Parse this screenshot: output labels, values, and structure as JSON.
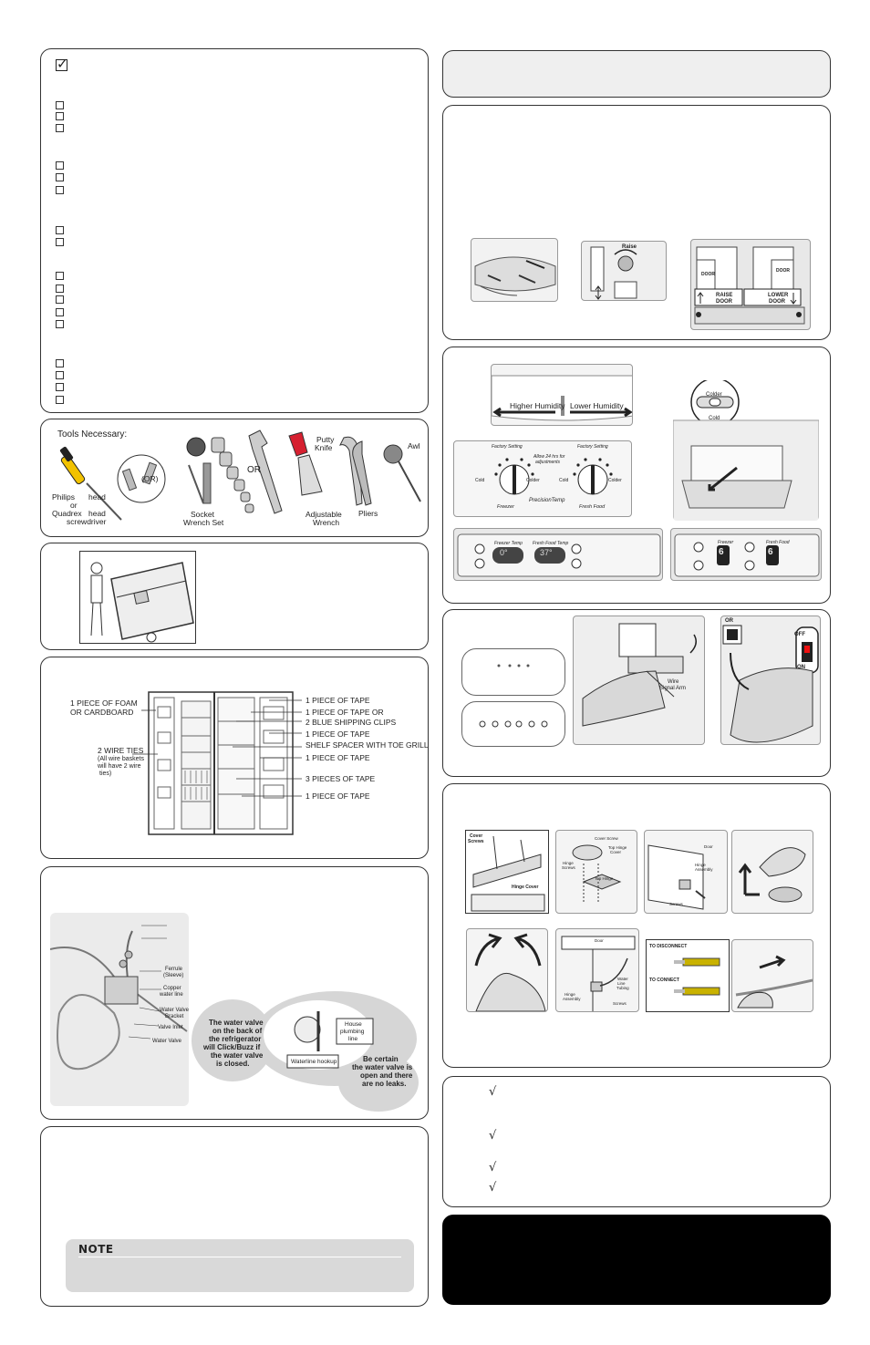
{
  "tools": {
    "title": "Tools Necessary:",
    "items": {
      "phillips": "Philips",
      "phillips_head": "head",
      "or_word": "or",
      "quadrex": "Quadrex",
      "quadrex_head": "head",
      "screwdriver": "screwdriver",
      "or_bits": "(OR)",
      "socket_1": "Socket",
      "socket_2": "Wrench Set",
      "or_wrench": "OR",
      "putty_1": "Putty",
      "putty_2": "Knife",
      "adj_1": "Adjustable",
      "adj_2": "Wrench",
      "pliers": "Pliers",
      "awl": "Awl"
    }
  },
  "packing": {
    "left_1": "1 PIECE OF FOAM",
    "left_2": "OR CARDBOARD",
    "ties_title": "2 WIRE TIES",
    "ties_1": "(All wire baskets",
    "ties_2": "will have 2 wire",
    "ties_3": "ties)",
    "right": [
      "1 PIECE OF TAPE",
      "1 PIECE OF TAPE OR",
      "2 BLUE SHIPPING CLIPS",
      "1 PIECE OF TAPE",
      "SHELF SPACER WITH TOE GRILLE",
      "1 PIECE OF TAPE",
      "3 PIECES OF TAPE",
      "1 PIECE OF TAPE"
    ]
  },
  "water": {
    "labels": {
      "ferrule_1": "Ferrule",
      "ferrule_2": "(Sleeve)",
      "copper_1": "Copper",
      "copper_2": "water line",
      "bracket_1": "Water Valve",
      "bracket_2": "Bracket",
      "inlet": "Valve Inlet",
      "valve": "Water Valve"
    },
    "bubble_left": [
      "The water valve",
      "on the back of",
      "the refrigerator",
      "will Click/Buzz if",
      "the water valve",
      "is closed."
    ],
    "house_1": "House",
    "house_2": "plumbing",
    "house_3": "line",
    "hookup": "Waterline hookup",
    "bubble_right": [
      "Be certain",
      "the water valve is",
      "open and there",
      "are no leaks."
    ]
  },
  "note": {
    "title": "NOTE"
  },
  "leveling": {
    "raise": "Raise",
    "door": "DOOR",
    "raise_door_1": "RAISE",
    "raise_door_2": "DOOR",
    "lower_door_1": "LOWER",
    "lower_door_2": "DOOR"
  },
  "controls": {
    "higher": "Higher Humidity",
    "lower": "Lower Humidity",
    "colder": "Colder",
    "cold": "Cold",
    "factory": "Factory Setting",
    "allow": "Allow 24 hrs for",
    "adjust": "adjustments",
    "freezer": "Freezer",
    "fresh_food": "Fresh Food",
    "precision": "PrecisionTemp",
    "cold_lbl": "Cold",
    "colder_lbl": "Colder",
    "freezer_temp": "Freezer Temp",
    "fresh_temp": "Fresh Food Temp",
    "freezer_val": "0°",
    "fresh_val": "37°",
    "freezer2": "Freezer",
    "fresh2": "Fresh Food",
    "digit": "6"
  },
  "icemaker": {
    "or_label": "OR",
    "off": "OFF",
    "on": "ON",
    "wire_1": "Wire",
    "wire_2": "Signal Arm"
  },
  "doors": {
    "cover_1": "Cover",
    "cover_2": "Screws",
    "hinge_cover": "Hinge Cover",
    "cover_screw": "Cover Screw",
    "top_hinge_cover_1": "Top Hinge",
    "top_hinge_cover_2": "Cover",
    "hinge_screws_1": "Hinge",
    "hinge_screws_2": "Screws",
    "top_hinge": "Top Hinge",
    "door": "Door",
    "hinge_asm_1": "Hinge",
    "hinge_asm_2": "Assembly",
    "screws": "Screws",
    "water_line_1": "Water",
    "water_line_2": "Line",
    "water_line_3": "Tubing",
    "to_disconnect": "TO DISCONNECT",
    "to_connect": "TO CONNECT"
  },
  "final": {
    "check": "√"
  }
}
